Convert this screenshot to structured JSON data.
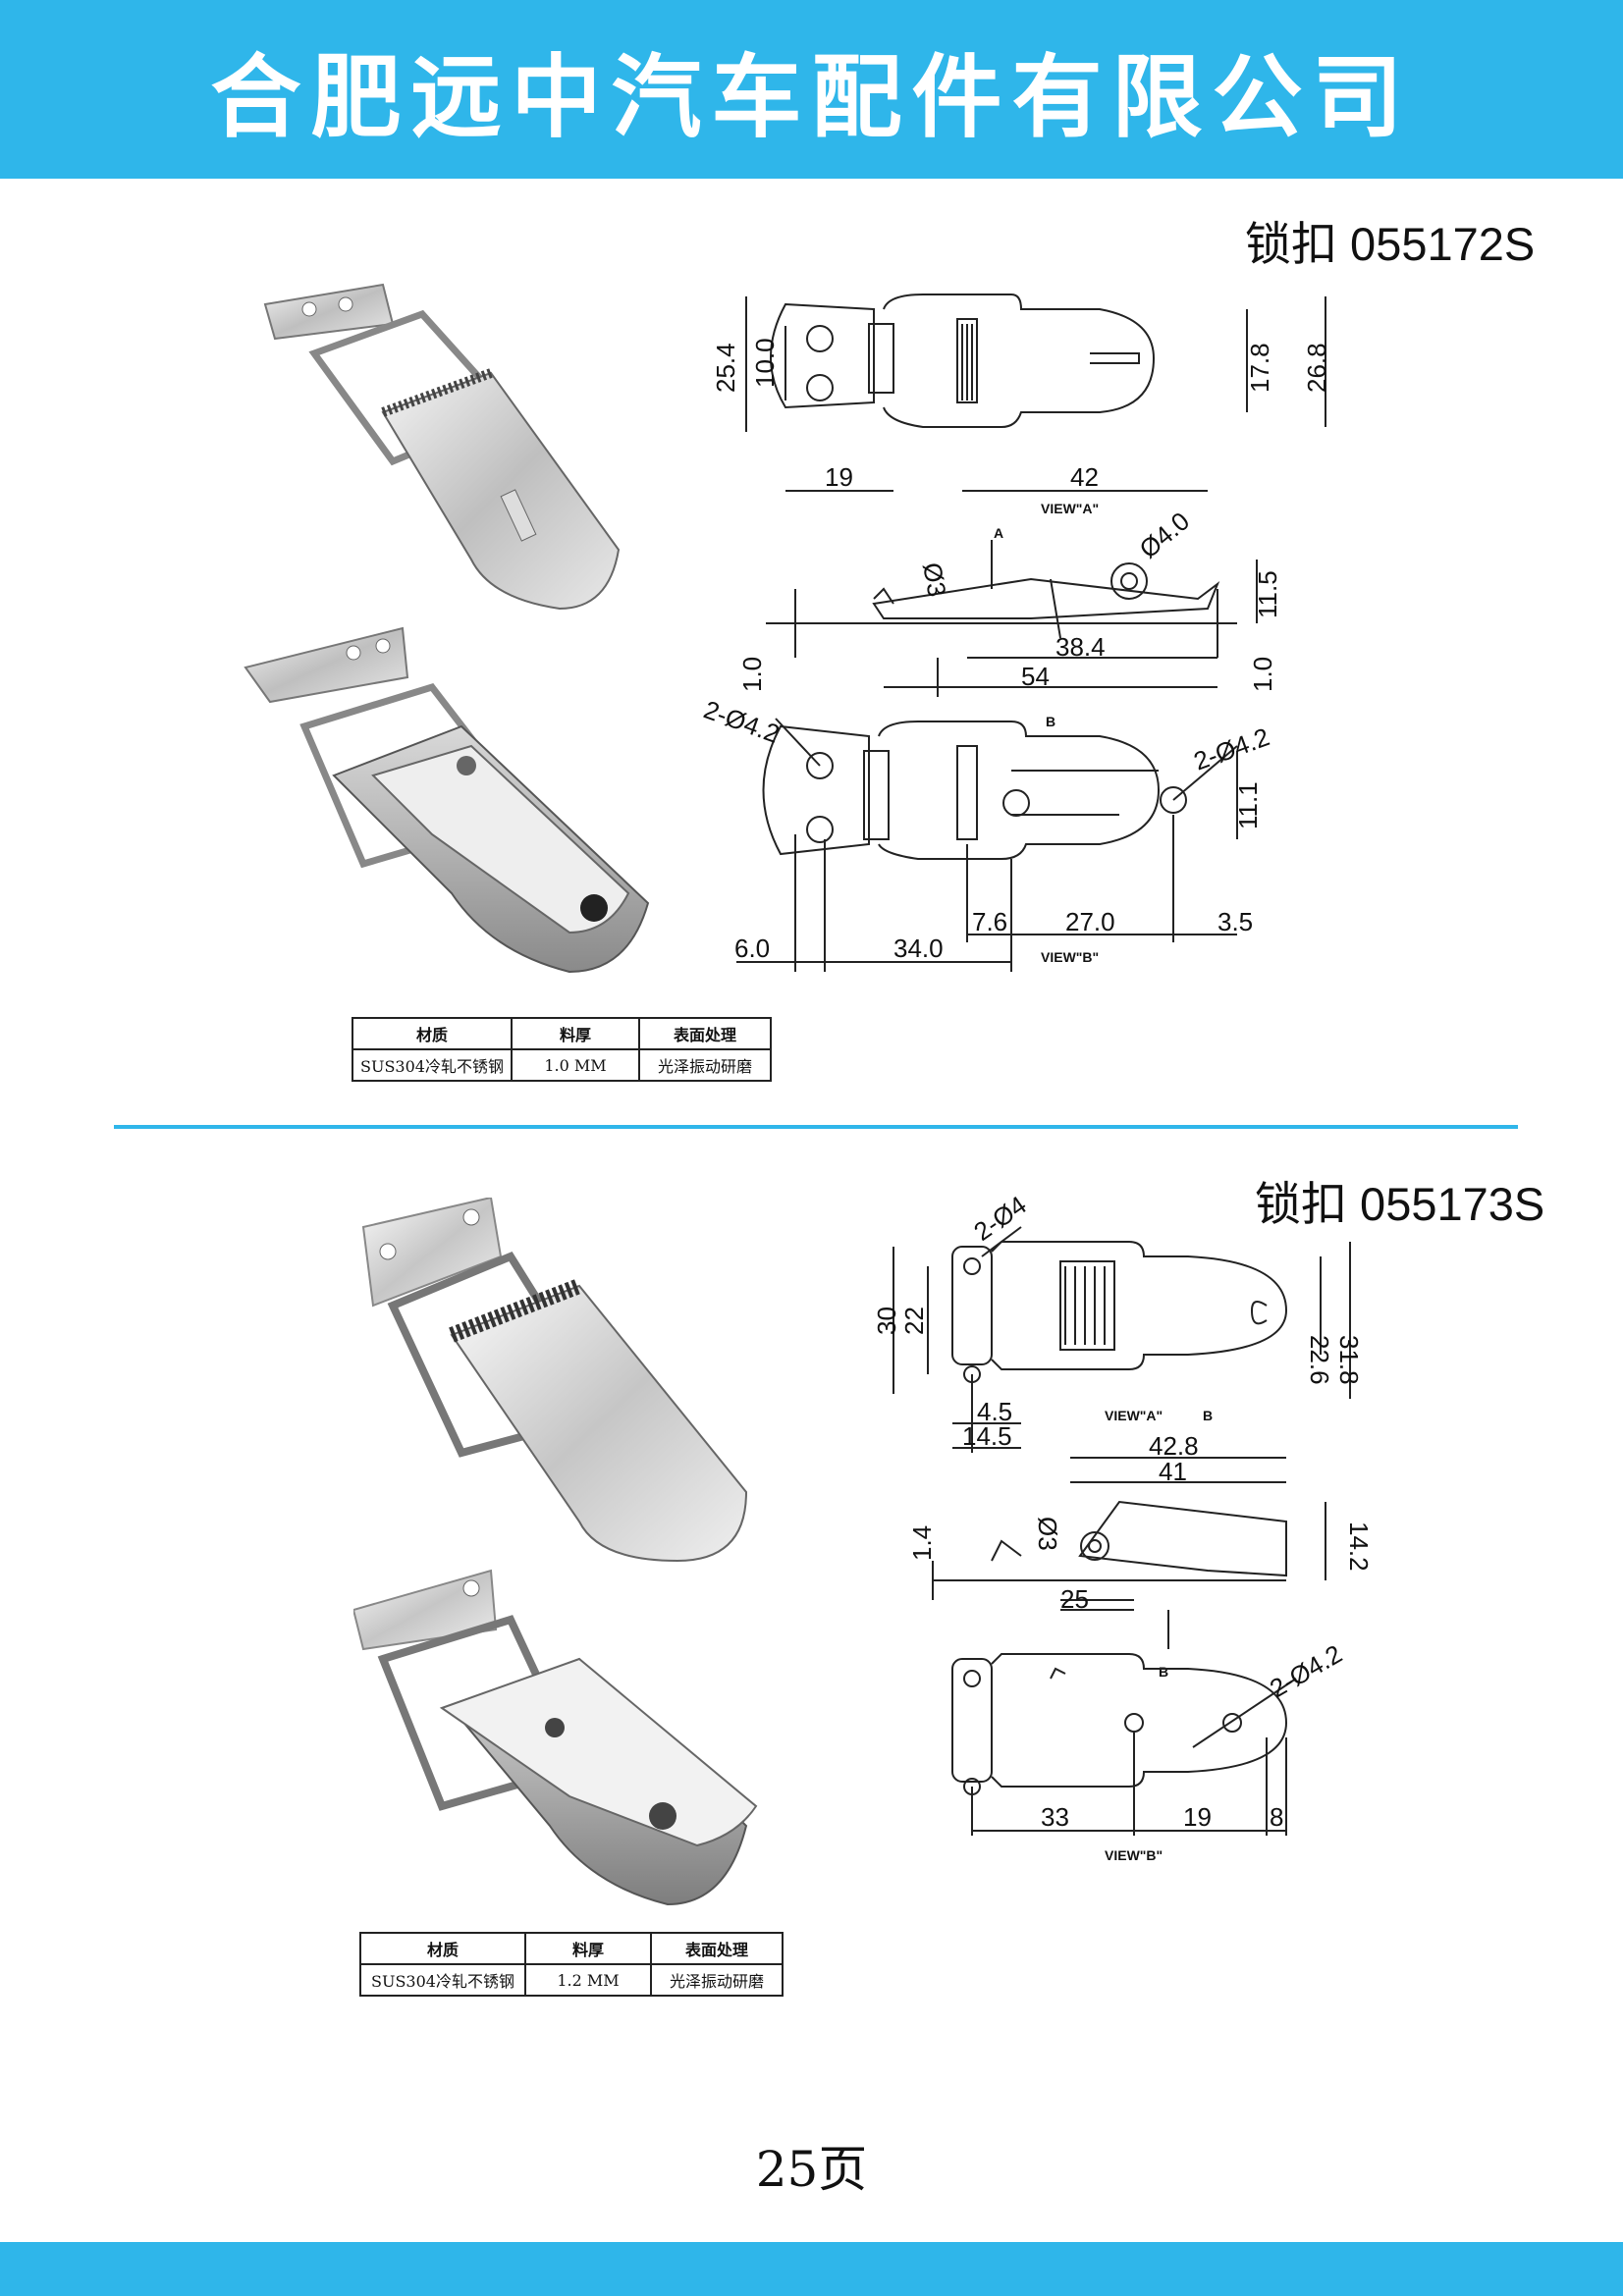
{
  "header": {
    "company": "合肥远中汽车配件有限公司"
  },
  "products": [
    {
      "title": "锁扣 055172S",
      "spec_headers": [
        "材质",
        "料厚",
        "表面处理"
      ],
      "spec_values": [
        "SUS304冷轧不锈钢",
        "1.0 MM",
        "光泽振动研磨"
      ],
      "view_a": {
        "label": "VIEW\"A\"",
        "dims": [
          "25.4",
          "10.0",
          "17.8",
          "26.8",
          "19",
          "42"
        ]
      },
      "side": {
        "dims": [
          "Ø3",
          "Ø4.0",
          "11.5",
          "1.0",
          "38.4",
          "54",
          "1.0"
        ],
        "markers": [
          "A",
          "B"
        ]
      },
      "view_b": {
        "label": "VIEW\"B\"",
        "dims": [
          "2-Ø4.2",
          "2-Ø4.2",
          "11.1",
          "6.0",
          "34.0",
          "7.6",
          "27.0",
          "3.5"
        ]
      }
    },
    {
      "title": "锁扣 055173S",
      "spec_headers": [
        "材质",
        "料厚",
        "表面处理"
      ],
      "spec_values": [
        "SUS304冷轧不锈钢",
        "1.2 MM",
        "光泽振动研磨"
      ],
      "view_a": {
        "label": "VIEW\"A\"",
        "dims": [
          "2-Ø4",
          "30",
          "22",
          "22.6",
          "31.8",
          "4.5",
          "14.5"
        ]
      },
      "side": {
        "dims": [
          "42.8",
          "41",
          "1.4",
          "Ø3",
          "14.2",
          "25"
        ],
        "markers": [
          "B",
          "B"
        ]
      },
      "view_b": {
        "label": "VIEW\"B\"",
        "dims": [
          "2-Ø4.2",
          "33",
          "19",
          "8"
        ]
      }
    }
  ],
  "page_number": "25页",
  "colors": {
    "accent": "#2fb6ea"
  }
}
